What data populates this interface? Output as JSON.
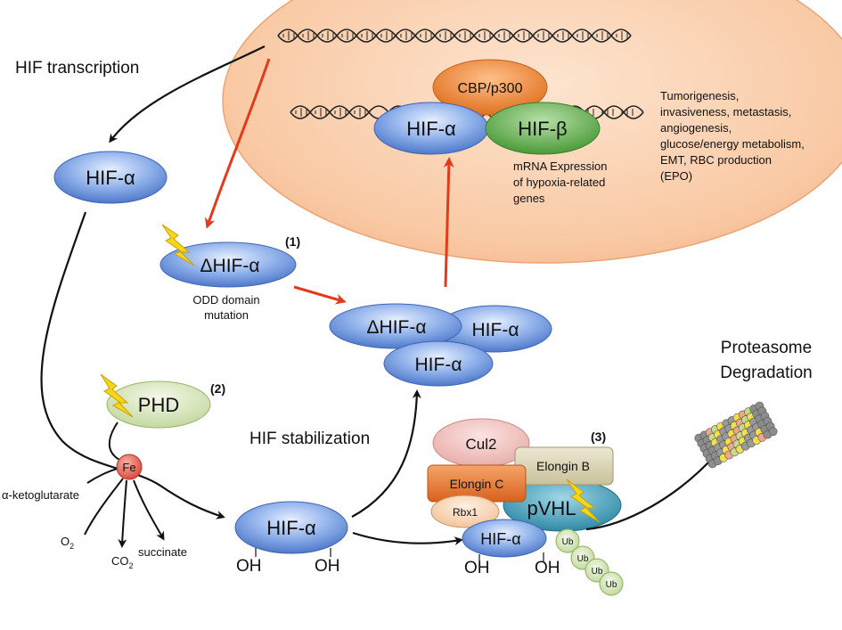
{
  "labels": {
    "hif_transcription": "HIF transcription",
    "hif_alpha": "HIF-α",
    "delta_hif_alpha": "ΔHIF-α",
    "hif_beta": "HIF-β",
    "cbp_p300": "CBP/p300",
    "mrna_line1": "mRNA Expression",
    "mrna_line2": "of hypoxia-related",
    "mrna_line3": "genes",
    "effects_line1": "Tumorigenesis,",
    "effects_line2": "invasiveness, metastasis,",
    "effects_line3": "angiogenesis,",
    "effects_line4": "glucose/energy metabolism,",
    "effects_line5": "EMT, RBC production",
    "effects_line6": "(EPO)",
    "marker_1": "(1)",
    "marker_2": "(2)",
    "marker_3": "(3)",
    "odd_line1": "ODD domain",
    "odd_line2": "mutation",
    "phd": "PHD",
    "fe": "Fe",
    "alpha_kg": "α-ketoglutarate",
    "o2": "O",
    "o2_sub": "2",
    "co2": "CO",
    "co2_sub": "2",
    "succinate": "succinate",
    "hif_stabilization": "HIF stabilization",
    "oh": "OH",
    "cul2": "Cul2",
    "elongin_b": "Elongin B",
    "elongin_c": "Elongin C",
    "rbx1": "Rbx1",
    "pvhl": "pVHL",
    "ub": "Ub",
    "proteasome_line1": "Proteasome",
    "proteasome_line2": "Degradation"
  },
  "colors": {
    "nucleus_fill": "#f9c9a4",
    "hif_alpha_fill": "#6f95d8",
    "hif_beta_fill": "#5fae4a",
    "cbp_fill": "#f08a3c",
    "phd_fill": "#dde9c4",
    "fe_fill": "#e35b4f",
    "cul2_fill": "#f3c5c2",
    "elongin_b_fill": "#dcd6b6",
    "elongin_c_fill": "#e8772a",
    "rbx1_fill": "#f8d9be",
    "pvhl_fill": "#46a4be",
    "ub_fill": "#d9e9b8",
    "red_arrow": "#e23b1c",
    "black_arrow": "#111111",
    "lightning": "#f6d51b"
  }
}
